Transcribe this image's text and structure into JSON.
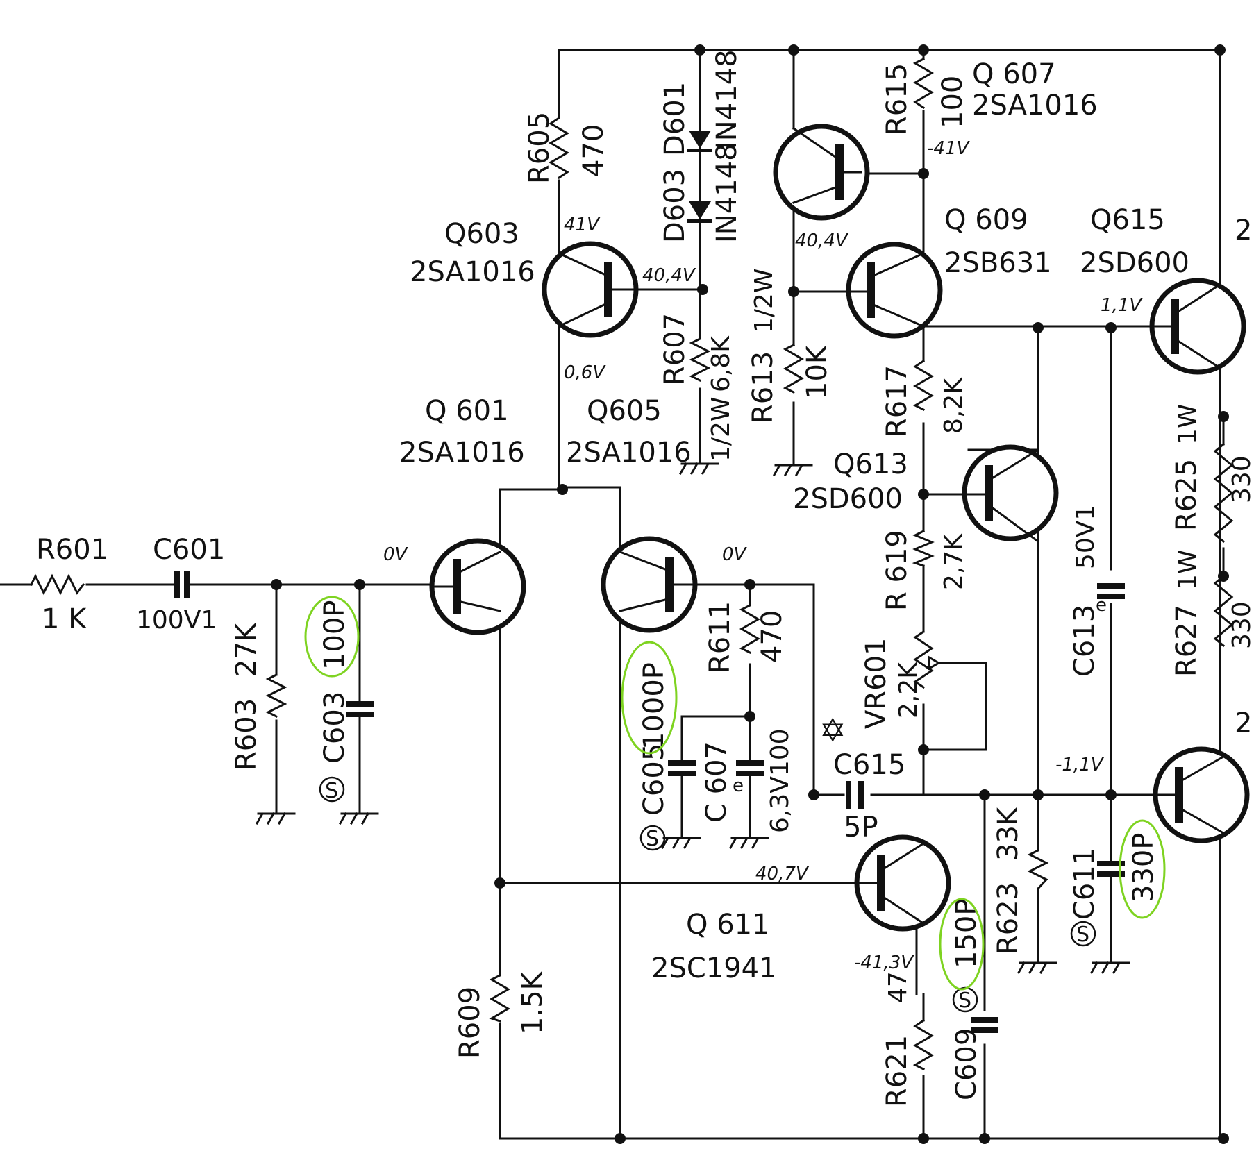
{
  "transistors": [
    {
      "id": "q601",
      "ref": "Q 601",
      "part": "2SA1016"
    },
    {
      "id": "q603",
      "ref": "Q603",
      "part": "2SA1016"
    },
    {
      "id": "q605",
      "ref": "Q605",
      "part": "2SA1016"
    },
    {
      "id": "q607",
      "ref": "Q 607",
      "part": "2SA1016"
    },
    {
      "id": "q609",
      "ref": "Q 609",
      "part": "2SB631"
    },
    {
      "id": "q611",
      "ref": "Q 611",
      "part": "2SC1941"
    },
    {
      "id": "q613",
      "ref": "Q613",
      "part": "2SD600"
    },
    {
      "id": "q615",
      "ref": "Q615",
      "part": "2SD600"
    }
  ],
  "resistors": [
    {
      "id": "r601",
      "ref": "R601",
      "value": "1 K"
    },
    {
      "id": "r603",
      "ref": "R603",
      "value": "27K"
    },
    {
      "id": "r605",
      "ref": "R605",
      "value": "470"
    },
    {
      "id": "r607",
      "ref": "R607",
      "value": "6,8K",
      "rating": "1/2W"
    },
    {
      "id": "r609",
      "ref": "R609",
      "value": "1.5K"
    },
    {
      "id": "r611",
      "ref": "R611",
      "value": "470"
    },
    {
      "id": "r613",
      "ref": "R613",
      "value": "10K",
      "rating": "1/2W"
    },
    {
      "id": "r615",
      "ref": "R615",
      "value": "100"
    },
    {
      "id": "r617",
      "ref": "R617",
      "value": "8,2K"
    },
    {
      "id": "r619",
      "ref": "R 619",
      "value": "2,7K"
    },
    {
      "id": "r621",
      "ref": "R621",
      "value": "47"
    },
    {
      "id": "r623",
      "ref": "R623",
      "value": "33K"
    },
    {
      "id": "r625",
      "ref": "R625",
      "value": "330",
      "rating": "1W"
    },
    {
      "id": "r627",
      "ref": "R627",
      "value": "330",
      "rating": "1W"
    }
  ],
  "trimmer": {
    "ref": "VR601",
    "value": "2,2K"
  },
  "capacitors": [
    {
      "id": "c601",
      "ref": "C601",
      "value": "100V1"
    },
    {
      "id": "c603",
      "ref": "C603",
      "value": "100P",
      "mark": "S"
    },
    {
      "id": "c605",
      "ref": "C605",
      "value": "1000P",
      "mark": "S"
    },
    {
      "id": "c607",
      "ref": "C 607",
      "value": "6,3V100",
      "mark": "e"
    },
    {
      "id": "c609",
      "ref": "C609",
      "value": "150P",
      "mark": "S"
    },
    {
      "id": "c611",
      "ref": "C611",
      "value": "330P",
      "mark": "S"
    },
    {
      "id": "c613",
      "ref": "C613",
      "value": "50V1",
      "mark": "e"
    },
    {
      "id": "c615",
      "ref": "C615",
      "value": "5P"
    }
  ],
  "diodes": [
    {
      "id": "d601",
      "ref": "D601",
      "part": "IN4148"
    },
    {
      "id": "d603",
      "ref": "D603",
      "part": "IN4148"
    }
  ],
  "voltages": {
    "q601_base": "0V",
    "q605_base": "0V",
    "q603_emitter": "41V",
    "q603_base": "40,4V",
    "q603_collector": "0,6V",
    "q607_base": "-41V",
    "q609_base": "40,4V",
    "q615_base": "1,1V",
    "q611_collector": "40,7V",
    "q611_emitter": "-41,3V",
    "lower_base": "-1,1V"
  },
  "edge_labels": {
    "top": "2",
    "bottom": "2"
  }
}
